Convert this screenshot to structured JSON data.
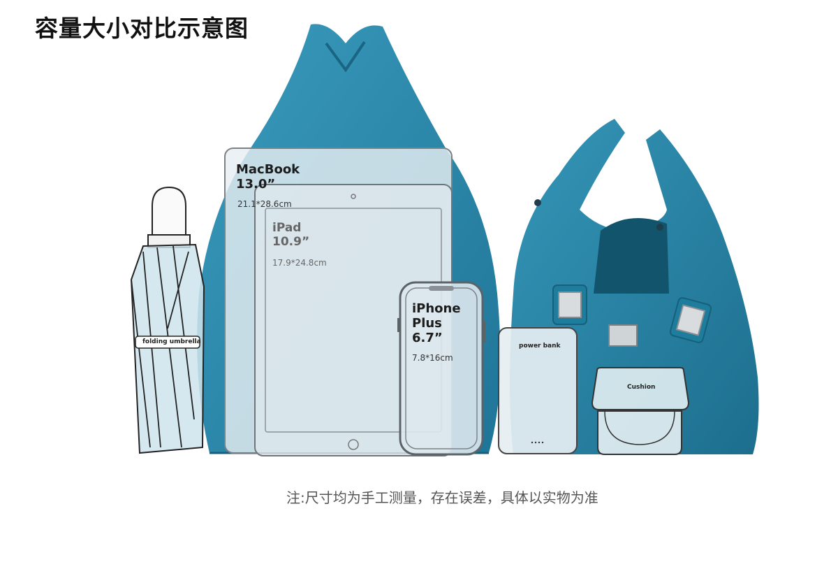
{
  "title": "容量大小对比示意图",
  "note": "注:尺寸均为手工测量，存在误差，具体以实物为准",
  "items": {
    "umbrella": {
      "label": "folding umbrella"
    },
    "macbook": {
      "name_line1": "MacBook",
      "name_line2": "13.0”",
      "size": "21.1*28.6cm"
    },
    "ipad": {
      "name_line1": "iPad",
      "name_line2": "10.9”",
      "size": "17.9*24.8cm"
    },
    "iphone": {
      "name_line1": "iPhone",
      "name_line2": "Plus",
      "name_line3": "6.7”",
      "size": "7.8*16cm"
    },
    "power_bank": {
      "label": "power bank"
    },
    "cushion": {
      "label": "Cushion"
    }
  },
  "colors": {
    "bag": "#2f8fb0",
    "bag_dark": "#1f6f8c",
    "overlay": "#e6eef2"
  }
}
